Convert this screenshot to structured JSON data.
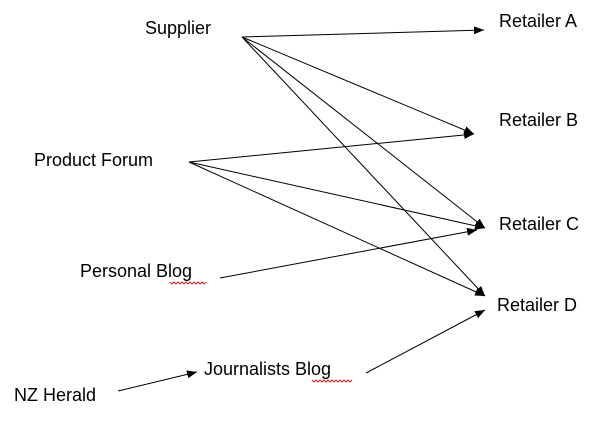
{
  "nodes": {
    "supplier": "Supplier",
    "retailer_a": "Retailer A",
    "retailer_b": "Retailer B",
    "product_forum": "Product Forum",
    "retailer_c": "Retailer C",
    "personal_blog": "Personal Blog",
    "retailer_d": "Retailer D",
    "journalists_blog": "Journalists Blog",
    "nz_herald": "NZ Herald"
  },
  "edges": [
    {
      "from": "Supplier",
      "to": "Retailer A"
    },
    {
      "from": "Supplier",
      "to": "Retailer B"
    },
    {
      "from": "Supplier",
      "to": "Retailer C"
    },
    {
      "from": "Supplier",
      "to": "Retailer D"
    },
    {
      "from": "Product Forum",
      "to": "Retailer B"
    },
    {
      "from": "Product Forum",
      "to": "Retailer C"
    },
    {
      "from": "Product Forum",
      "to": "Retailer D"
    },
    {
      "from": "Personal Blog",
      "to": "Retailer C"
    },
    {
      "from": "NZ Herald",
      "to": "Journalists Blog"
    },
    {
      "from": "Journalists Blog",
      "to": "Retailer D"
    }
  ],
  "colors": {
    "line": "#000000",
    "text": "#000000",
    "spellcheck_underline": "#e02020"
  }
}
